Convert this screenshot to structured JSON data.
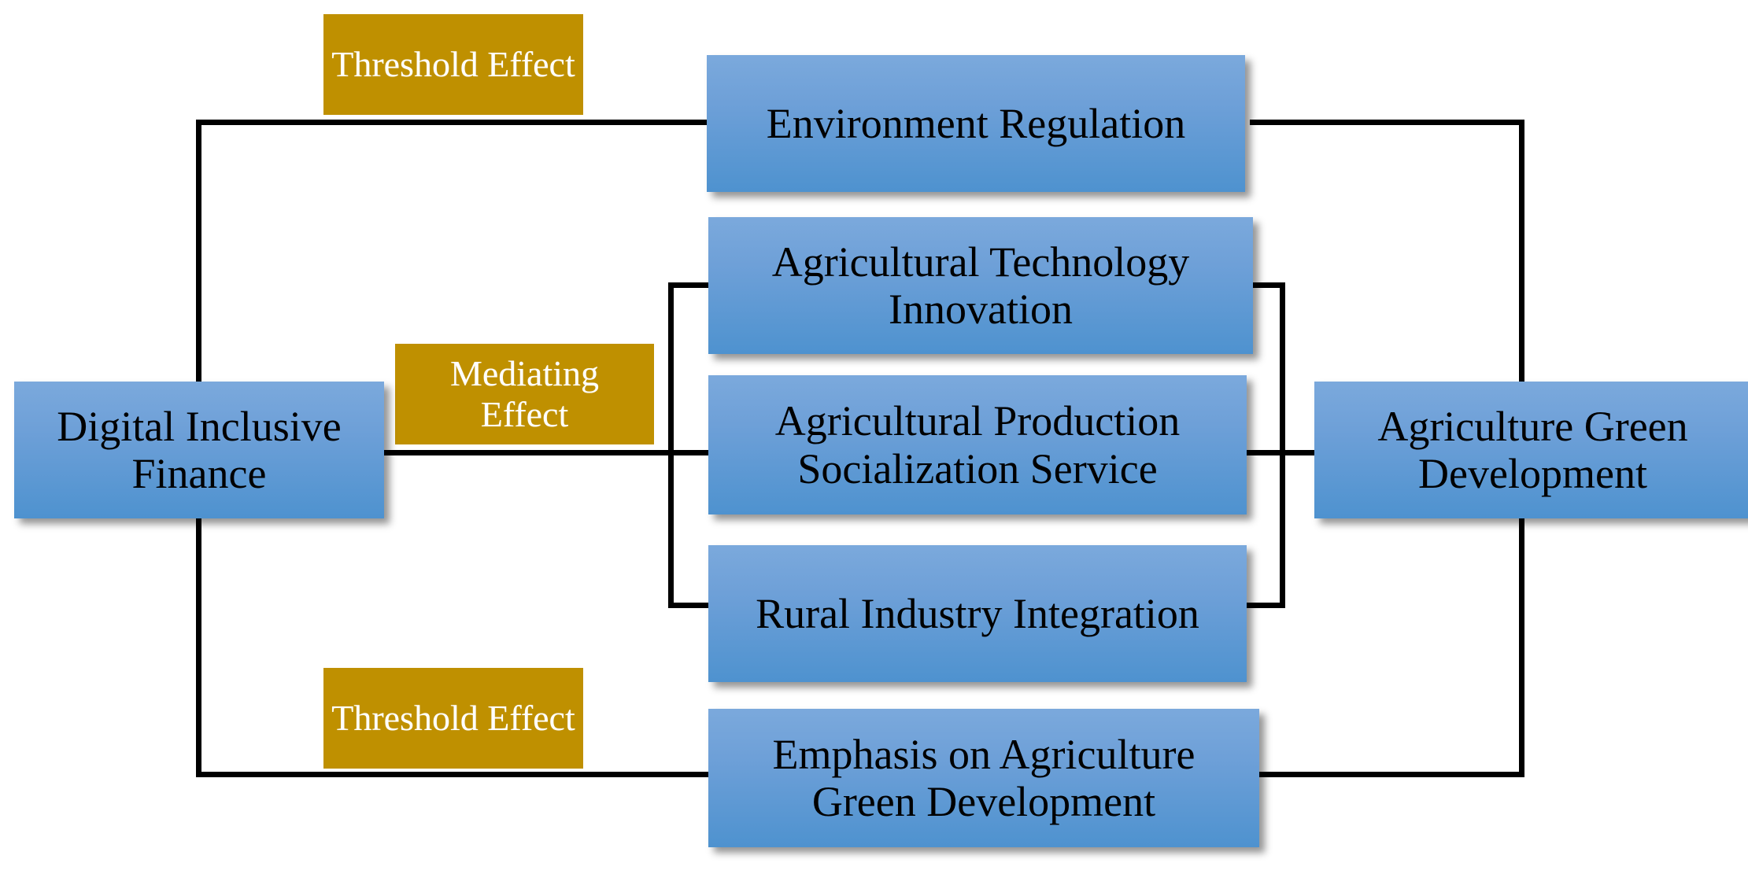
{
  "diagram": {
    "title": "Digital Inclusive Finance and Agriculture Green Development mechanism diagram",
    "colors": {
      "node_blue_top": "#7BA9DC",
      "node_blue_bottom": "#4E92CF",
      "node_gold": "#BF9000",
      "connector": "#000000",
      "blue_text": "#000000",
      "gold_text": "#FFFFFF",
      "background": "#FFFFFF"
    },
    "nodes": {
      "source": {
        "label": "Digital Inclusive Finance"
      },
      "outcome": {
        "label": "Agriculture Green Development"
      },
      "environment_regulation": {
        "label": "Environment Regulation"
      },
      "agricultural_technology_innovation": {
        "label": "Agricultural Technology Innovation"
      },
      "agricultural_production_socialization_service": {
        "label": "Agricultural Production Socialization Service"
      },
      "rural_industry_integration": {
        "label": "Rural Industry Integration"
      },
      "emphasis_on_agriculture_green_development": {
        "label": "Emphasis on Agriculture Green Development"
      }
    },
    "effect_labels": {
      "threshold_top": {
        "label": "Threshold Effect"
      },
      "mediating": {
        "label": "Mediating Effect"
      },
      "threshold_bottom": {
        "label": "Threshold Effect"
      }
    }
  }
}
